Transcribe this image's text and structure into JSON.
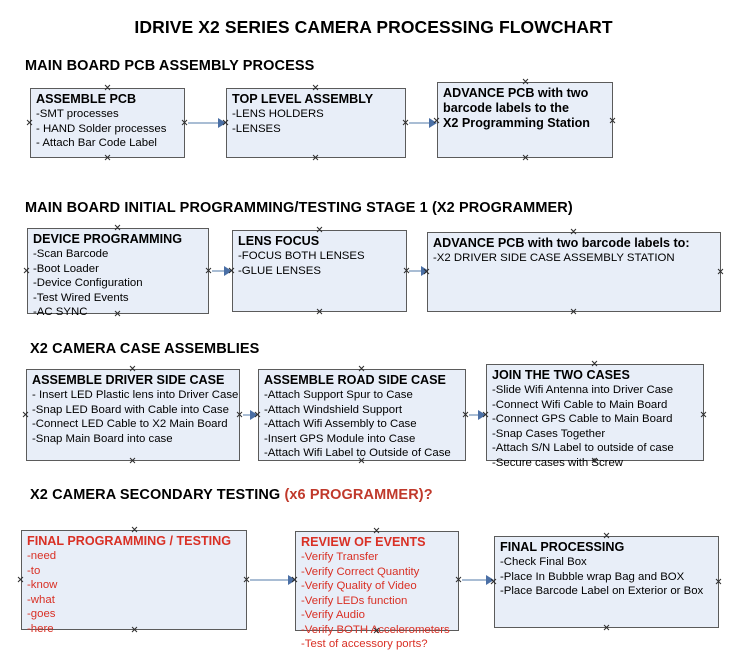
{
  "document": {
    "title": "IDRIVE X2  SERIES CAMERA PROCESSING FLOWCHART",
    "accent_color": "#d93025",
    "node_fill": "#e8eef8",
    "node_border": "#5b5b5b",
    "connector_color": "#a9bdd4",
    "arrow_color": "#4a6fa5"
  },
  "sections": [
    {
      "heading": "MAIN BOARD PCB ASSEMBLY PROCESS",
      "heading_accent": "",
      "nodes": [
        {
          "head": "ASSEMBLE PCB",
          "lines": [
            " -SMT processes",
            "- HAND Solder processes",
            "- Attach Bar Code Label"
          ]
        },
        {
          "head": "TOP LEVEL ASSEMBLY",
          "lines": [
            "-LENS HOLDERS",
            "-LENSES"
          ]
        },
        {
          "head": "ADVANCE PCB with two",
          "lines": [
            "barcode labels to the",
            " X2 Programming Station"
          ]
        }
      ]
    },
    {
      "heading": "MAIN BOARD INITIAL PROGRAMMING/TESTING STAGE 1 (X2 PROGRAMMER)",
      "heading_accent": "",
      "nodes": [
        {
          "head": "DEVICE PROGRAMMING",
          "lines": [
            "-Scan Barcode",
            "-Boot Loader",
            "-Device Configuration",
            "-Test Wired Events",
            "-AC SYNC"
          ]
        },
        {
          "head": "LENS FOCUS",
          "lines": [
            "-FOCUS BOTH LENSES",
            "-GLUE LENSES"
          ]
        },
        {
          "head": "ADVANCE PCB with two barcode labels to:",
          "lines": [
            "-X2 DRIVER  SIDE  CASE  ASSEMBLY STATION"
          ]
        }
      ]
    },
    {
      "heading": "X2 CAMERA CASE ASSEMBLIES",
      "heading_accent": "",
      "nodes": [
        {
          "head": "ASSEMBLE DRIVER SIDE CASE",
          "lines": [
            "- Insert LED Plastic lens into Driver Case",
            "-Snap LED Board with Cable into Case",
            "-Connect LED Cable to X2 Main Board",
            "-Snap Main Board into case"
          ]
        },
        {
          "head": "ASSEMBLE ROAD SIDE CASE",
          "lines": [
            "-Attach Support Spur to Case",
            "-Attach Windshield Support",
            "-Attach Wifi Assembly to Case",
            "-Insert GPS Module into Case",
            "-Attach Wifi Label to Outside of Case"
          ]
        },
        {
          "head": "JOIN THE TWO CASES",
          "lines": [
            "-Slide Wifi Antenna into Driver Case",
            "-Connect Wifi Cable to Main Board",
            "-Connect GPS Cable to Main Board",
            "-Snap Cases Together",
            "-Attach S/N Label to outside of case",
            "-Secure cases with Screw"
          ]
        }
      ]
    },
    {
      "heading": "X2 CAMERA SECONDARY TESTING ",
      "heading_accent": "(x6 PROGRAMMER)?",
      "nodes": [
        {
          "head": "FINAL PROGRAMMING / TESTING",
          "lines": [
            "-need",
            "-to",
            "-know",
            "-what",
            "-goes",
            "-here"
          ]
        },
        {
          "head": "REVIEW OF EVENTS",
          "lines": [
            "-Verify Transfer",
            "-Verify Correct Quantity",
            "-Verify Quality of Video",
            "-Verify LEDs function",
            "-Verify Audio",
            "-Verify BOTH Accelerometers",
            "-Test of accessory ports?"
          ]
        },
        {
          "head": "FINAL PROCESSING",
          "lines": [
            " -Check Final Box",
            "-Place In Bubble wrap Bag and BOX",
            "-Place Barcode Label on Exterior or Box"
          ]
        }
      ]
    }
  ]
}
